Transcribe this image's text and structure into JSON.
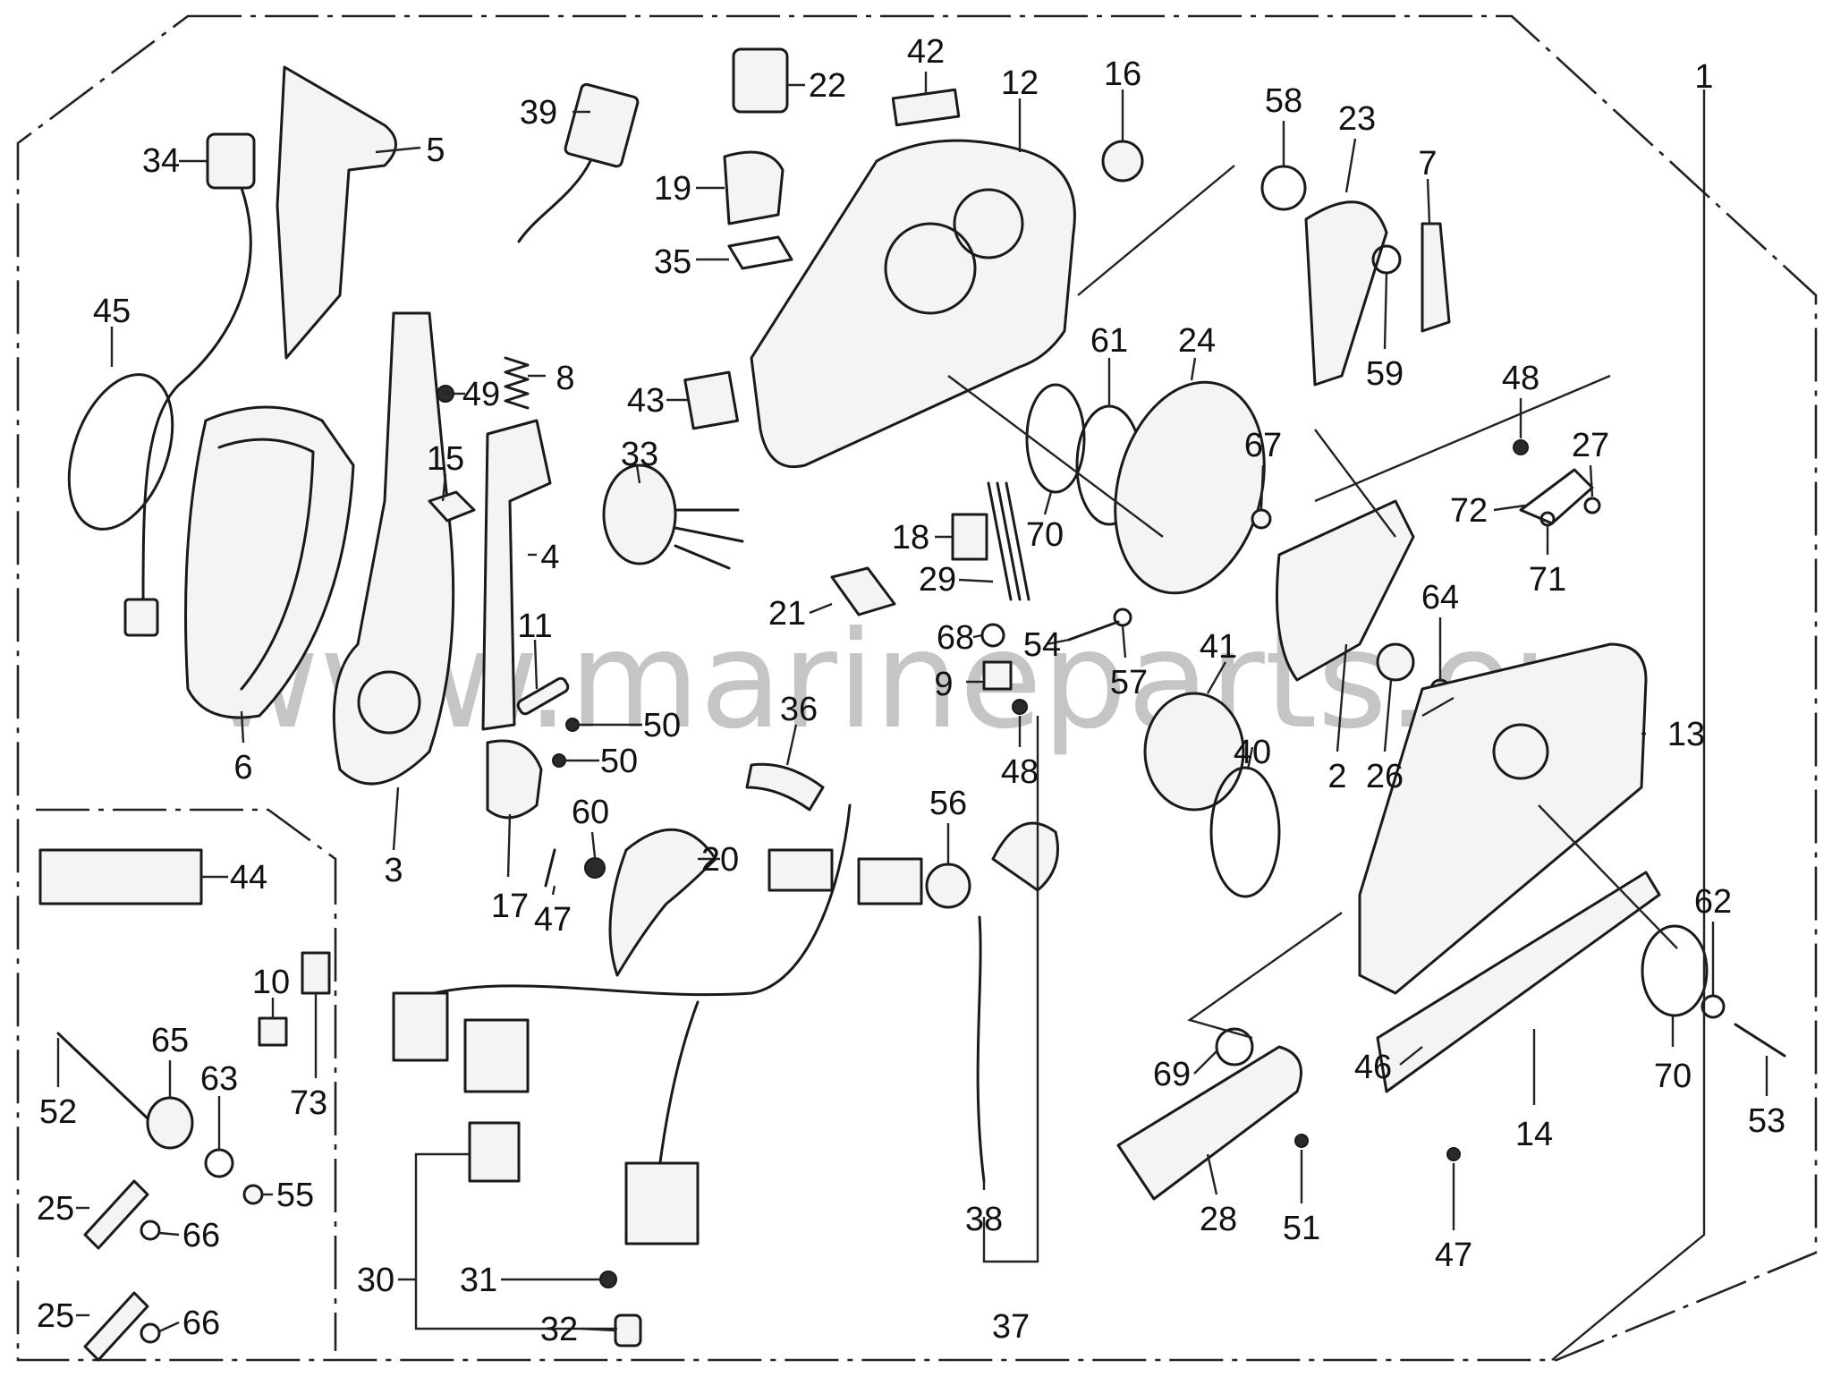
{
  "watermark": "www.marineparts.eu",
  "colors": {
    "line": "#1a1a1a",
    "watermark": "#969696",
    "background": "#ffffff"
  },
  "callouts": [
    {
      "id": "c1",
      "text": "1"
    },
    {
      "id": "c2",
      "text": "2"
    },
    {
      "id": "c3",
      "text": "3"
    },
    {
      "id": "c4",
      "text": "4"
    },
    {
      "id": "c5",
      "text": "5"
    },
    {
      "id": "c6",
      "text": "6"
    },
    {
      "id": "c7",
      "text": "7"
    },
    {
      "id": "c8",
      "text": "8"
    },
    {
      "id": "c9",
      "text": "9"
    },
    {
      "id": "c10",
      "text": "10"
    },
    {
      "id": "c11",
      "text": "11"
    },
    {
      "id": "c12",
      "text": "12"
    },
    {
      "id": "c13",
      "text": "13"
    },
    {
      "id": "c14",
      "text": "14"
    },
    {
      "id": "c15",
      "text": "15"
    },
    {
      "id": "c16",
      "text": "16"
    },
    {
      "id": "c17",
      "text": "17"
    },
    {
      "id": "c18",
      "text": "18"
    },
    {
      "id": "c19",
      "text": "19"
    },
    {
      "id": "c20",
      "text": "20"
    },
    {
      "id": "c21",
      "text": "21"
    },
    {
      "id": "c22",
      "text": "22"
    },
    {
      "id": "c23",
      "text": "23"
    },
    {
      "id": "c24",
      "text": "24"
    },
    {
      "id": "c25a",
      "text": "25"
    },
    {
      "id": "c25b",
      "text": "25"
    },
    {
      "id": "c26",
      "text": "26"
    },
    {
      "id": "c27",
      "text": "27"
    },
    {
      "id": "c28",
      "text": "28"
    },
    {
      "id": "c29",
      "text": "29"
    },
    {
      "id": "c30",
      "text": "30"
    },
    {
      "id": "c31",
      "text": "31"
    },
    {
      "id": "c32",
      "text": "32"
    },
    {
      "id": "c33",
      "text": "33"
    },
    {
      "id": "c34",
      "text": "34"
    },
    {
      "id": "c35",
      "text": "35"
    },
    {
      "id": "c36",
      "text": "36"
    },
    {
      "id": "c37",
      "text": "37"
    },
    {
      "id": "c38",
      "text": "38"
    },
    {
      "id": "c39",
      "text": "39"
    },
    {
      "id": "c40",
      "text": "40"
    },
    {
      "id": "c41",
      "text": "41"
    },
    {
      "id": "c42",
      "text": "42"
    },
    {
      "id": "c43",
      "text": "43"
    },
    {
      "id": "c44",
      "text": "44"
    },
    {
      "id": "c45",
      "text": "45"
    },
    {
      "id": "c46",
      "text": "46"
    },
    {
      "id": "c47a",
      "text": "47"
    },
    {
      "id": "c47b",
      "text": "47"
    },
    {
      "id": "c48a",
      "text": "48"
    },
    {
      "id": "c48b",
      "text": "48"
    },
    {
      "id": "c49",
      "text": "49"
    },
    {
      "id": "c50a",
      "text": "50"
    },
    {
      "id": "c50b",
      "text": "50"
    },
    {
      "id": "c51",
      "text": "51"
    },
    {
      "id": "c52",
      "text": "52"
    },
    {
      "id": "c53",
      "text": "53"
    },
    {
      "id": "c54",
      "text": "54"
    },
    {
      "id": "c55",
      "text": "55"
    },
    {
      "id": "c56",
      "text": "56"
    },
    {
      "id": "c57",
      "text": "57"
    },
    {
      "id": "c58",
      "text": "58"
    },
    {
      "id": "c59",
      "text": "59"
    },
    {
      "id": "c60",
      "text": "60"
    },
    {
      "id": "c61",
      "text": "61"
    },
    {
      "id": "c62",
      "text": "62"
    },
    {
      "id": "c63",
      "text": "63"
    },
    {
      "id": "c64",
      "text": "64"
    },
    {
      "id": "c65",
      "text": "65"
    },
    {
      "id": "c66a",
      "text": "66"
    },
    {
      "id": "c66b",
      "text": "66"
    },
    {
      "id": "c67",
      "text": "67"
    },
    {
      "id": "c68",
      "text": "68"
    },
    {
      "id": "c69",
      "text": "69"
    },
    {
      "id": "c70a",
      "text": "70"
    },
    {
      "id": "c70b",
      "text": "70"
    },
    {
      "id": "c71",
      "text": "71"
    },
    {
      "id": "c72",
      "text": "72"
    },
    {
      "id": "c73",
      "text": "73"
    }
  ]
}
